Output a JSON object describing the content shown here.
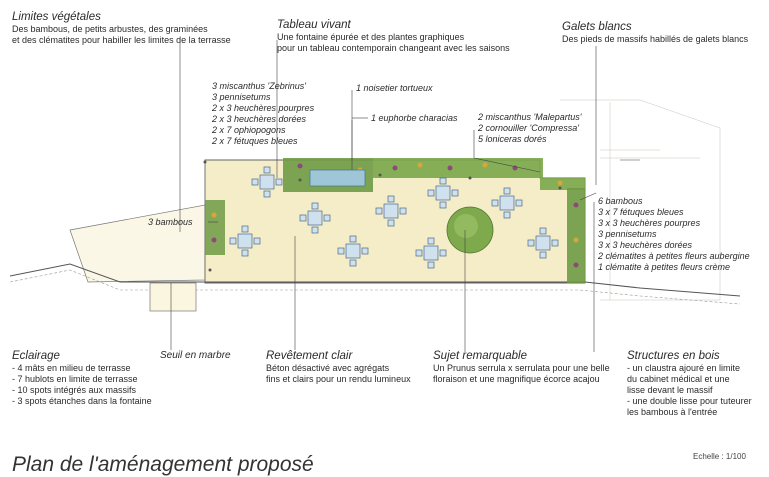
{
  "callouts_top": {
    "limites": {
      "title": "Limites végétales",
      "lines": [
        "Des bambous, de petits arbustes, des graminées",
        "et des clématites pour habiller les limites de la terrasse"
      ]
    },
    "tableau": {
      "title": "Tableau vivant",
      "lines": [
        "Une fontaine épurée et des plantes graphiques",
        "pour un tableau contemporain changeant avec les saisons"
      ]
    },
    "galets": {
      "title": "Galets blancs",
      "lines": [
        "Des pieds de massifs habillés de galets blancs"
      ]
    }
  },
  "plant_labels": {
    "left_list": [
      "3 miscanthus 'Zebrinus'",
      "3 pennisetums",
      "2 x 3 heuchères pourpres",
      "2 x 3 heuchères dorées",
      "2 x 7 ophiopogons",
      "2 x 7 fétuques bleues"
    ],
    "noisetier": "1 noisetier tortueux",
    "euphorbe": "1 euphorbe characias",
    "center_right": [
      "2 miscanthus 'Malepartus'",
      "2 cornouiller 'Compressa'",
      "5 loniceras dorés"
    ],
    "bambous_left": "3 bambous",
    "right_list": [
      "6 bambous",
      "3 x 7 fétuques bleues",
      "3 x 3 heuchères pourpres",
      "3 pennisetums",
      "3 x 3 heuchères dorées",
      "2 clématites à petites fleurs aubergine",
      "1 clématite à petites fleurs crème"
    ],
    "seuil": "Seuil en marbre"
  },
  "callouts_bottom": {
    "eclairage": {
      "title": "Eclairage",
      "lines": [
        "- 4 mâts en milieu de terrasse",
        "- 7 hublots en limite de terrasse",
        "- 10 spots intégrés aux massifs",
        "- 3 spots étanches dans la fontaine"
      ]
    },
    "revetement": {
      "title": "Revêtement clair",
      "lines": [
        "Béton désactivé avec agrégats",
        "fins et clairs pour un rendu lumineux"
      ]
    },
    "sujet": {
      "title": "Sujet remarquable",
      "lines": [
        "Un Prunus serrula x serrulata pour une belle",
        "floraison et une magnifique écorce acajou"
      ]
    },
    "structures": {
      "title": "Structures en bois",
      "lines": [
        "- un claustra ajouré en limite",
        "du cabinet médical et une",
        "lisse devant le massif",
        "- une double lisse pour tuteurer",
        "les bambous à l'entrée"
      ]
    }
  },
  "title": "Plan de l'aménagement proposé",
  "scale": "Echelle : 1/100",
  "colors": {
    "paving": "#f4edc8",
    "plant_green": "#5f8a3a",
    "flower_purple": "#8c4a7a",
    "flower_gold": "#d9a63a",
    "water": "#9fc6d6",
    "ink": "#444444"
  }
}
